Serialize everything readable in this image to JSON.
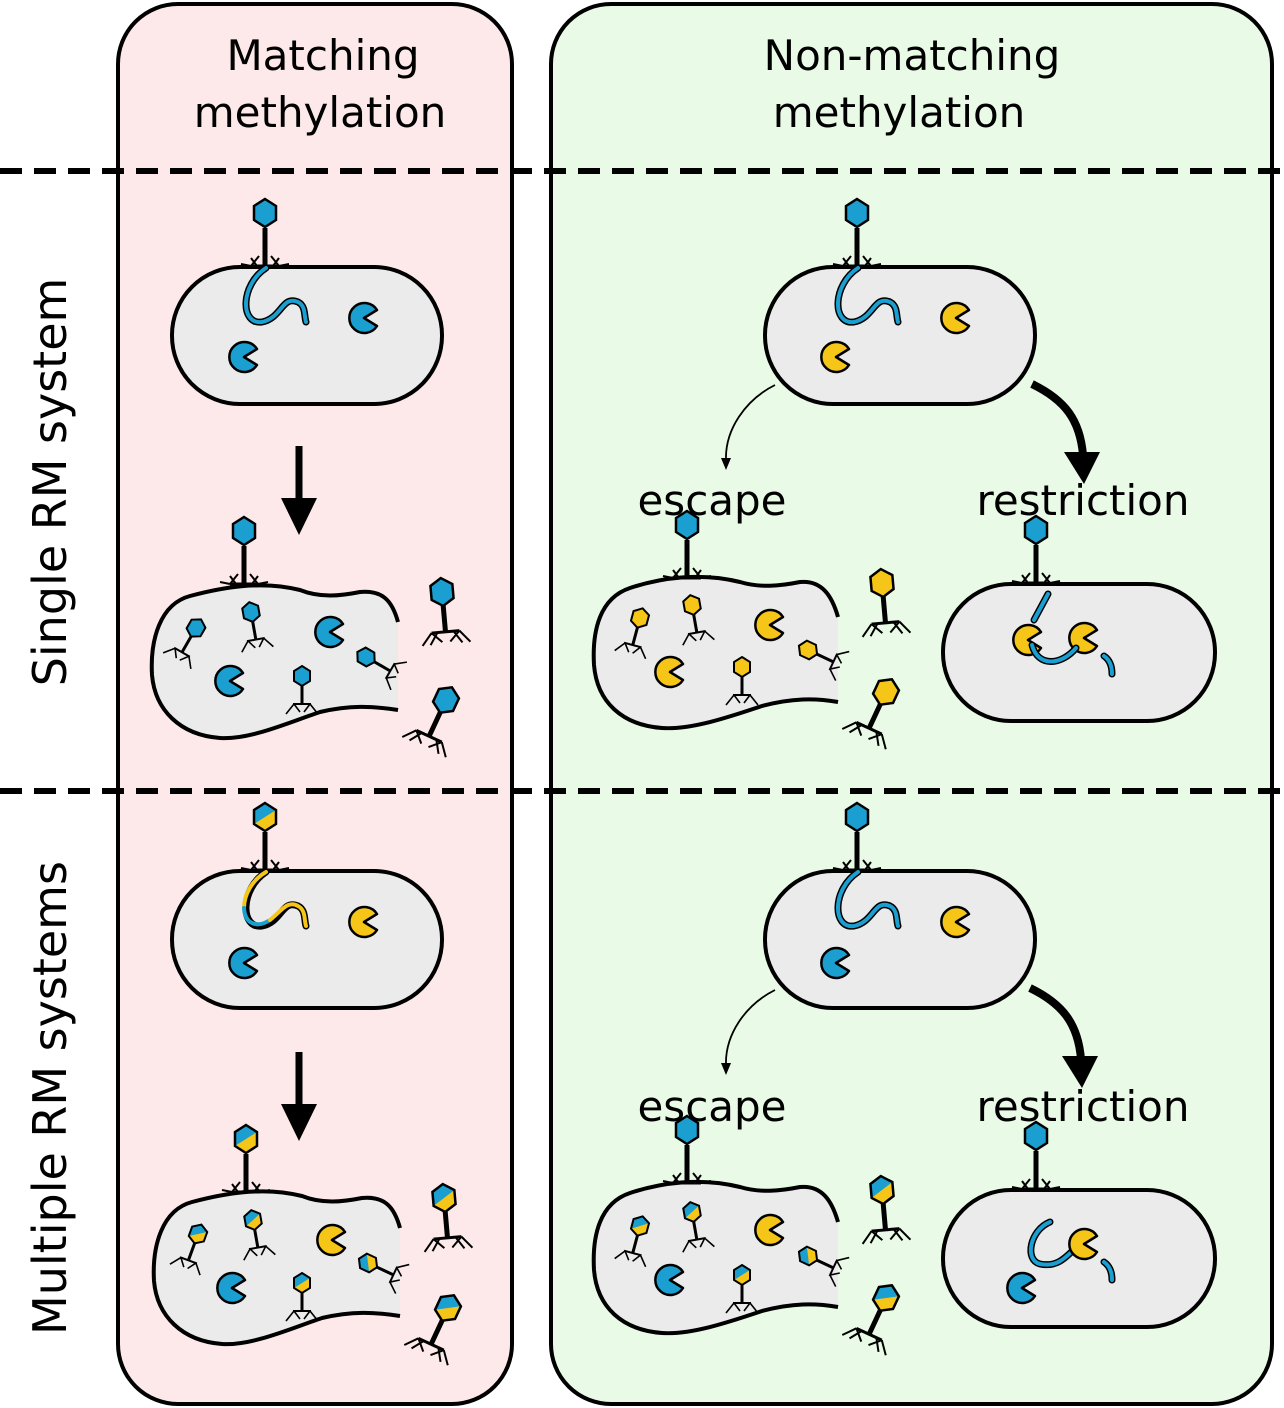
{
  "columns": {
    "matching": {
      "line1": "Matching",
      "line2": "methylation"
    },
    "nonmatching": {
      "line1": "Non-matching",
      "line2": "methylation"
    }
  },
  "rows": {
    "single": "Single RM system",
    "multiple": "Multiple RM systems"
  },
  "outcomes": {
    "single": {
      "escape": "escape",
      "restriction": "restriction"
    },
    "multiple": {
      "escape": "escape",
      "restriction": "restriction"
    }
  },
  "colors": {
    "matching_panel_fill": "#fde9e9",
    "nonmatching_panel_fill": "#e9fbe6",
    "cell_fill": "#ebebeb",
    "blue": "#1a9fd0",
    "yellow": "#f5c518",
    "outline": "#000000"
  },
  "icons": [
    "phage-icon",
    "enzyme-icon",
    "dna-icon",
    "bacterium-cell",
    "arrow-icon"
  ]
}
